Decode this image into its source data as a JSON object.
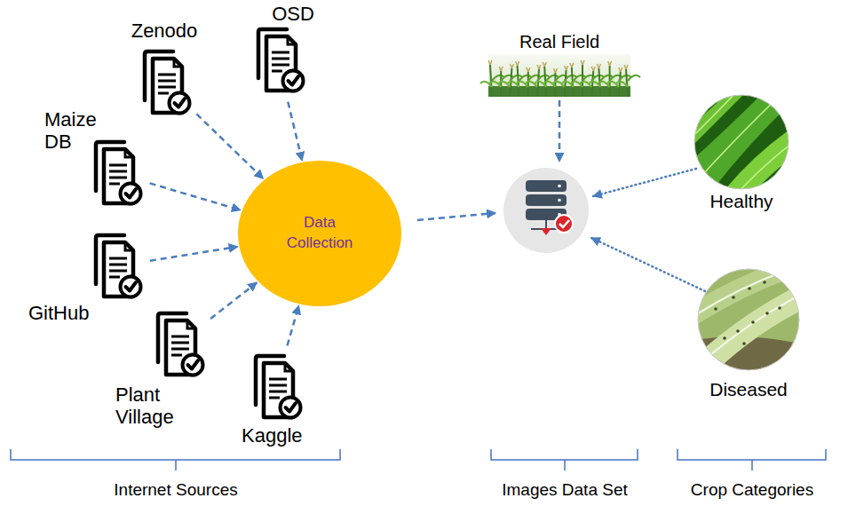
{
  "diagram": {
    "nodes": [
      {
        "text": [
          "Zenodo"
        ]
      },
      {
        "text": [
          "OSD"
        ]
      },
      {
        "text": [
          "Maize DB"
        ]
      },
      {
        "text": [
          "GitHub"
        ]
      },
      {
        "text": [
          "Plant Village"
        ]
      },
      {
        "text": [
          "Kaggle"
        ]
      },
      {
        "text": [
          "Data Collection"
        ]
      },
      {
        "text": [
          "Real Field"
        ]
      },
      {
        "text": [
          "Healthy"
        ]
      },
      {
        "text": [
          "Diseased"
        ]
      }
    ],
    "edges": [
      {
        "from": 0,
        "to": 6,
        "arrow": "to"
      },
      {
        "from": 1,
        "to": 6,
        "arrow": "to"
      },
      {
        "from": 2,
        "to": 6,
        "arrow": "to"
      },
      {
        "from": 3,
        "to": 6,
        "arrow": "to"
      },
      {
        "from": 4,
        "to": 6,
        "arrow": "to"
      },
      {
        "from": 5,
        "to": 6,
        "arrow": "to"
      }
    ],
    "labels": [
      "Internet Sources",
      "Images Data Set",
      "Crop Categories"
    ]
  }
}
